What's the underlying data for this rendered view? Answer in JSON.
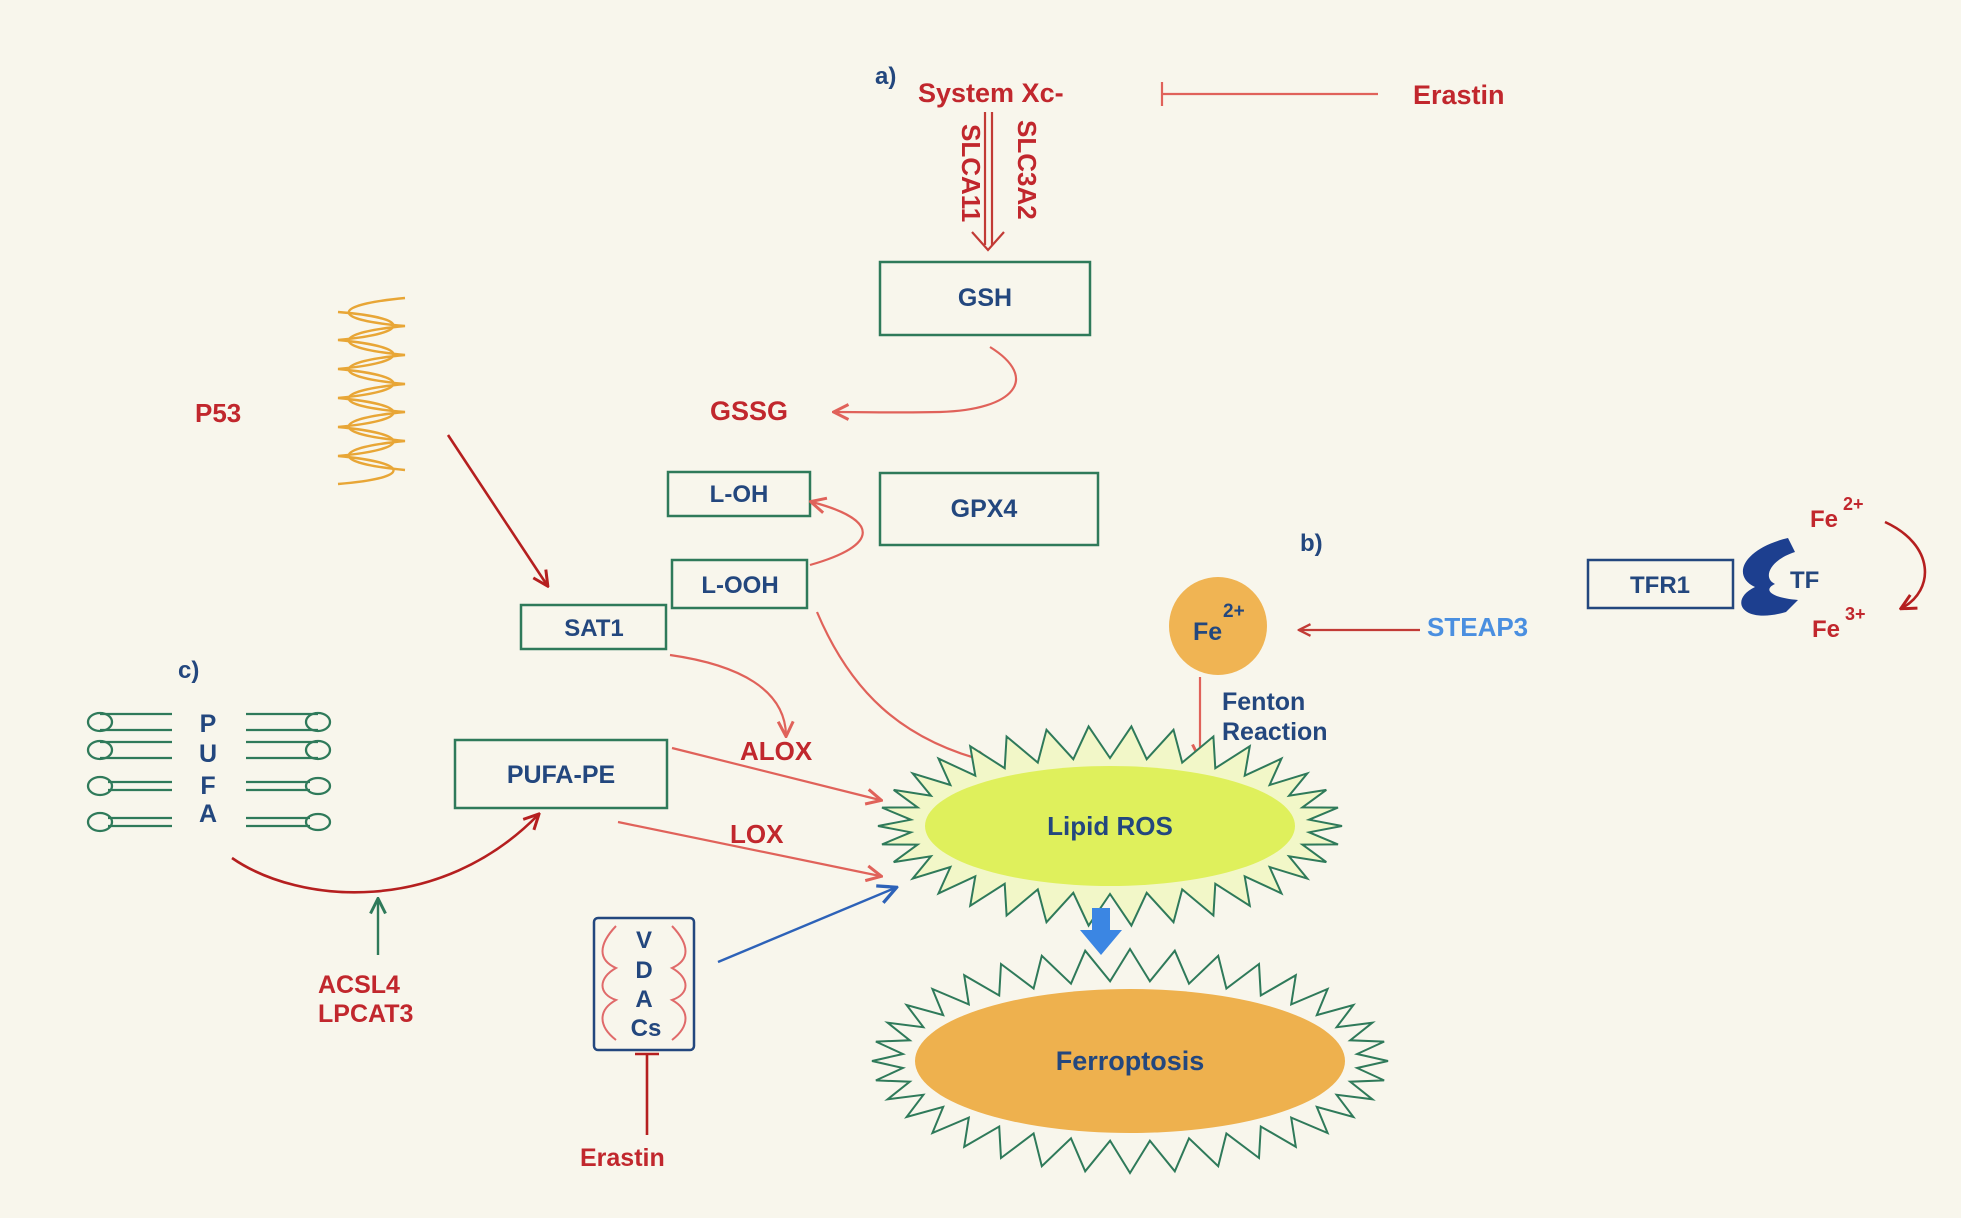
{
  "panels": {
    "a": "a)",
    "b": "b)",
    "c": "c)"
  },
  "nodes": {
    "system_xc": "System Xc-",
    "erastin_top": "Erastin",
    "slc3a2": "SLC3A2",
    "slca11": "SLCA11",
    "gsh": "GSH",
    "gssg": "GSSG",
    "p53": "P53",
    "l_oh": "L-OH",
    "gpx4": "GPX4",
    "l_ooh": "L-OOH",
    "sat1": "SAT1",
    "alox": "ALOX",
    "lox": "LOX",
    "pufa_pe": "PUFA-PE",
    "pufa_letters": [
      "P",
      "U",
      "F",
      "A"
    ],
    "acsl4": "ACSL4",
    "lpcat3": "LPCAT3",
    "vdacs_letters": [
      "V",
      "D",
      "A",
      "Cs"
    ],
    "erastin_bottom": "Erastin",
    "lipid_ros": "Lipid ROS",
    "ferroptosis": "Ferroptosis",
    "fe_circle_base": "Fe",
    "fe_circle_sup": "2+",
    "steap3": "STEAP3",
    "fenton_line1": "Fenton",
    "fenton_line2": "Reaction",
    "tfr1": "TFR1",
    "tf": "TF",
    "fe2_base": "Fe",
    "fe2_sup": "2+",
    "fe3_base": "Fe",
    "fe3_sup": "3+"
  },
  "colors": {
    "background": "#f8f6ec",
    "label_red": "#c1272d",
    "label_navy": "#23477e",
    "box_green": "#2f7a5a",
    "ros_fill": "#dff05c",
    "ferroptosis_fill": "#eeb14e",
    "fe_fill": "#f0b453",
    "tf_fill": "#1d3f8f",
    "arrow_blue": "#3b86e3"
  }
}
